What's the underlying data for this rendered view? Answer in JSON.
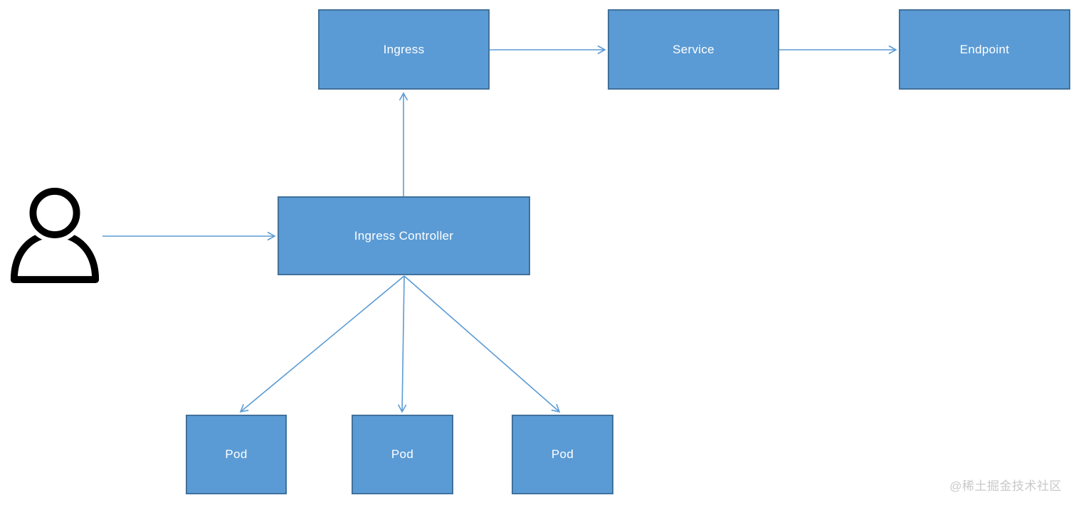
{
  "diagram": {
    "nodes": {
      "ingress": {
        "label": "Ingress"
      },
      "service": {
        "label": "Service"
      },
      "endpoint": {
        "label": "Endpoint"
      },
      "ingress_controller": {
        "label": "Ingress Controller"
      },
      "pod1": {
        "label": "Pod"
      },
      "pod2": {
        "label": "Pod"
      },
      "pod3": {
        "label": "Pod"
      }
    },
    "user": {
      "icon": "user-icon"
    },
    "edges": [
      {
        "from": "user",
        "to": "ingress_controller"
      },
      {
        "from": "ingress_controller",
        "to": "ingress"
      },
      {
        "from": "ingress",
        "to": "service"
      },
      {
        "from": "service",
        "to": "endpoint"
      },
      {
        "from": "ingress_controller",
        "to": "pod1"
      },
      {
        "from": "ingress_controller",
        "to": "pod2"
      },
      {
        "from": "ingress_controller",
        "to": "pod3"
      }
    ],
    "colors": {
      "node_fill": "#5b9bd5",
      "node_border": "#41719c",
      "connector": "#5b9bd5",
      "label_text": "#ffffff",
      "user_icon": "#000000",
      "watermark_text": "#c9c9c9",
      "background": "#ffffff"
    }
  },
  "watermark": {
    "text": "@稀土掘金技术社区"
  }
}
